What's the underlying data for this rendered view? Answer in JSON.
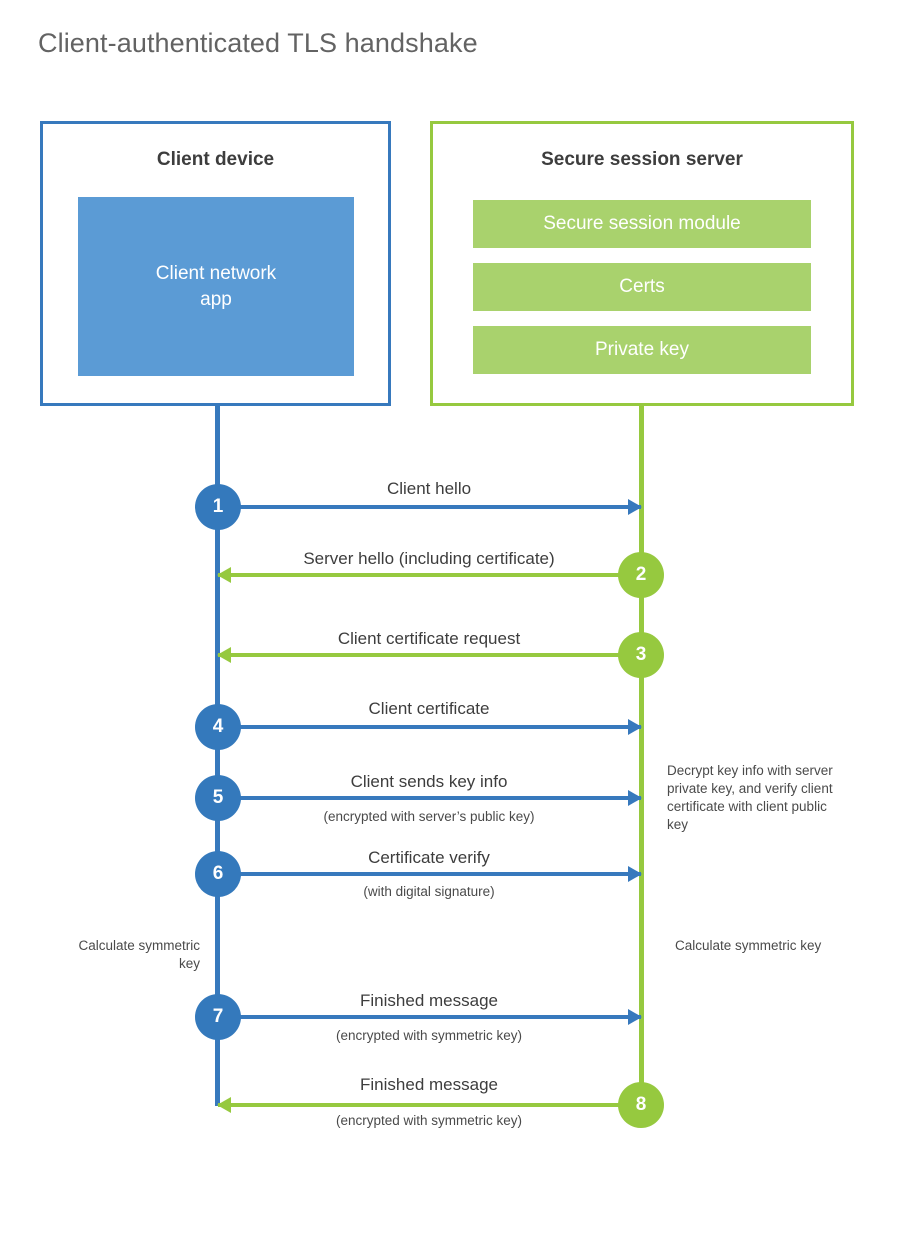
{
  "title": "Client-authenticated TLS handshake",
  "colors": {
    "client_accent": "#3779bd",
    "client_fill": "#5b9bd5",
    "server_accent": "#96c93f",
    "server_fill": "#a9d26d",
    "title_text": "#636363",
    "body_text": "#3d3d3d",
    "background": "#ffffff"
  },
  "client": {
    "title": "Client device",
    "app_label": "Client network\napp",
    "app_label_line1": "Client network",
    "app_label_line2": "app"
  },
  "server": {
    "title": "Secure session server",
    "modules": [
      {
        "label": "Secure session module"
      },
      {
        "label": "Certs"
      },
      {
        "label": "Private key"
      }
    ]
  },
  "steps": [
    {
      "number": "1",
      "label": "Client hello",
      "sublabel": "",
      "direction": "client-to-server",
      "color": "blue"
    },
    {
      "number": "2",
      "label": "Server hello (including certificate)",
      "sublabel": "",
      "direction": "server-to-client",
      "color": "green"
    },
    {
      "number": "3",
      "label": "Client certificate request",
      "sublabel": "",
      "direction": "server-to-client",
      "color": "green"
    },
    {
      "number": "4",
      "label": "Client certificate",
      "sublabel": "",
      "direction": "client-to-server",
      "color": "blue"
    },
    {
      "number": "5",
      "label": "Client sends key info",
      "sublabel": "(encrypted with server’s public key)",
      "direction": "client-to-server",
      "color": "blue"
    },
    {
      "number": "6",
      "label": "Certificate verify",
      "sublabel": "(with digital signature)",
      "direction": "client-to-server",
      "color": "blue"
    },
    {
      "number": "7",
      "label": "Finished message",
      "sublabel": "(encrypted with symmetric key)",
      "direction": "client-to-server",
      "color": "blue"
    },
    {
      "number": "8",
      "label": "Finished message",
      "sublabel": "(encrypted with symmetric key)",
      "direction": "server-to-client",
      "color": "green"
    }
  ],
  "notes": {
    "server_decrypt": "Decrypt key info with server private key, and verify client certificate with client public key",
    "client_symmetric": "Calculate symmetric key",
    "server_symmetric": "Calculate symmetric key"
  }
}
